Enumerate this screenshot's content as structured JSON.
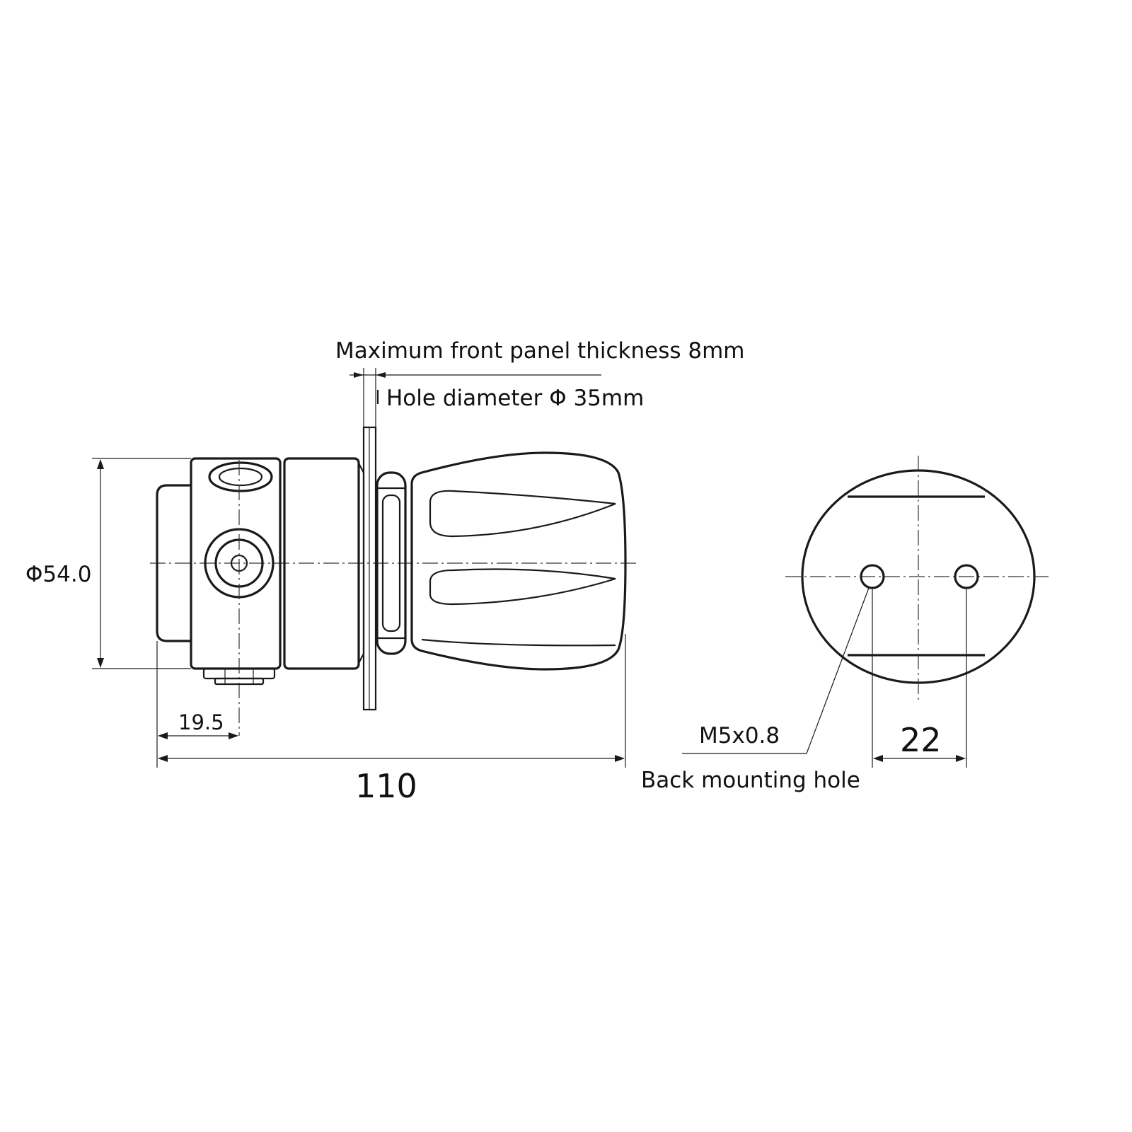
{
  "labels": {
    "panel_thickness": "Maximum front panel thickness 8mm",
    "hole_diameter": "Hole diameter Φ 35mm",
    "diameter": "Φ54.0",
    "dim_19_5": "19.5",
    "dim_110": "110",
    "thread": "M5x0.8",
    "back_mounting": "Back mounting hole",
    "dim_22": "22"
  },
  "colors": {
    "line": "#1a1a1a",
    "background": "#ffffff"
  }
}
